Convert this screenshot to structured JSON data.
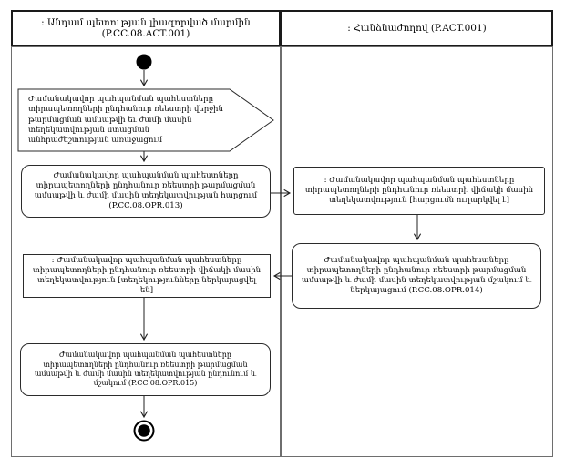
{
  "diagram": {
    "type": "UML activity diagram with swimlanes",
    "colors": {
      "line": "#222222",
      "node_fill": "#ffffff",
      "text": "#000000",
      "lane_border": "#6e6e6e",
      "header_border": "#1a1a1a"
    },
    "lanes": {
      "left": {
        "header": ": Անդամ պետության լիազորված մարմին (P.CC.08.ACT.001)"
      },
      "right": {
        "header": ": Հանձնաժողով (P.ACT.001)"
      }
    },
    "nodes": {
      "start": {
        "type": "initial-node",
        "lane": "left"
      },
      "signal_need": {
        "type": "send-signal",
        "lane": "left",
        "text": "Ժամանակավոր պահպանման պահեստները տիրապետողների ընդհանուր ռեեստրի վերջին թարմացման ամսաթվի եւ ժամի մասին տեղեկատվության ստացման անհրաժեշտության առաջացում"
      },
      "action_013": {
        "type": "action",
        "lane": "left",
        "text": "Ժամանակավոր պահպանման պահեստները տիրապետողների ընդհանուր ռեեստրի թարմացման ամսաթվի և ժամի մասին տեղեկատվության հարցում (P.CC.08.OPR.013)"
      },
      "object_request_sent": {
        "type": "object",
        "lane": "right",
        "text": ": Ժամանակավոր պահպանման պահեստները տիրապետողների ընդհանուր ռեեստրի վիճակի մասին տեղեկատվություն [հարցումն ուղարկվել է]"
      },
      "action_014": {
        "type": "action",
        "lane": "right",
        "text": "Ժամանակավոր պահպանման պահեստները տիրապետողների ընդհանուր ռեեստրի թարմացման ամսաթվի և ժամի մասին տեղեկատվության մշակում և ներկայացում (P.CC.08.OPR.014)"
      },
      "object_info_presented": {
        "type": "object",
        "lane": "left",
        "text": ": Ժամանակավոր պահպանման պահեստները տիրապետողների ընդհանուր ռեեստրի վիճակի մասին տեղեկատվություն [տեղեկությունները ներկայացվել են]"
      },
      "action_015": {
        "type": "action",
        "lane": "left",
        "text": "Ժամանակավոր պահպանման պահեստները տիրապետողների ընդհանուր ռեեստրի թարմացման ամսաթվի և ժամի մասին տեղեկատվության ընդունում և մշակում (P.CC.08.OPR.015)"
      },
      "end": {
        "type": "final-node",
        "lane": "left"
      }
    },
    "edges": [
      {
        "from": "start",
        "to": "signal_need"
      },
      {
        "from": "signal_need",
        "to": "action_013"
      },
      {
        "from": "action_013",
        "to": "object_request_sent"
      },
      {
        "from": "object_request_sent",
        "to": "action_014"
      },
      {
        "from": "action_014",
        "to": "object_info_presented"
      },
      {
        "from": "object_info_presented",
        "to": "action_015"
      },
      {
        "from": "action_015",
        "to": "end"
      }
    ]
  }
}
